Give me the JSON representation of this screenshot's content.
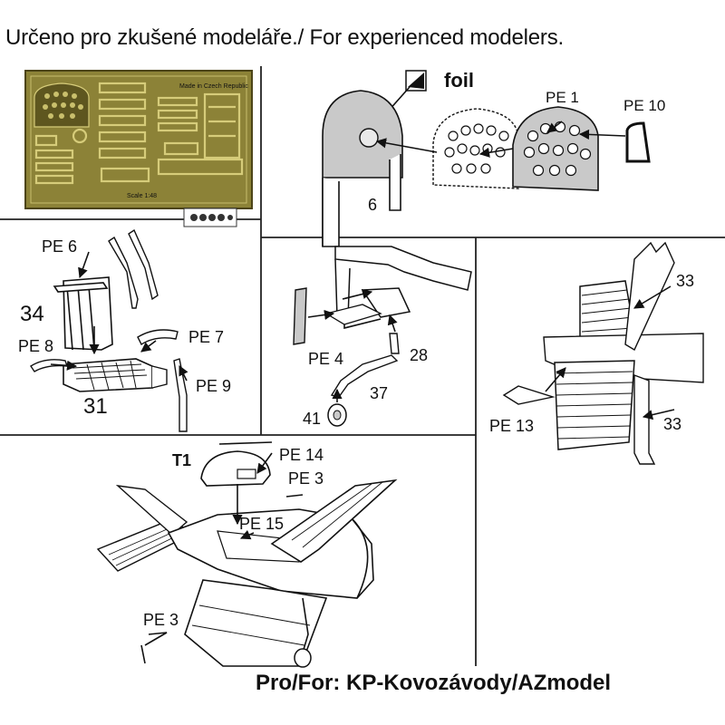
{
  "title": "Určeno pro zkušené modeláře./ For experienced modelers.",
  "footer": "Pro/For: KP-Kovozávody/AZmodel",
  "fret_photo": {
    "text_lines": [
      "Made in Czech Republic",
      "Scale 1:48"
    ]
  },
  "panel_instrument": {
    "foil_label": "foil",
    "labels": [
      "6",
      "PE 1",
      "PE 10"
    ]
  },
  "panel_seat": {
    "labels": [
      "PE 6",
      "34",
      "PE 8",
      "PE 7",
      "PE 9",
      "31"
    ]
  },
  "panel_gear": {
    "labels": [
      "PE 4",
      "28",
      "37",
      "41"
    ]
  },
  "panel_flaps": {
    "labels": [
      "33",
      "PE 13",
      "33"
    ]
  },
  "panel_aircraft": {
    "labels": [
      "T1",
      "PE 14",
      "PE 3",
      "PE 15",
      "PE 3"
    ]
  },
  "colors": {
    "ink": "#111111",
    "fret_brass": "#8c8237",
    "fret_dark": "#4c4418",
    "part_gray": "#c9c9c9"
  }
}
